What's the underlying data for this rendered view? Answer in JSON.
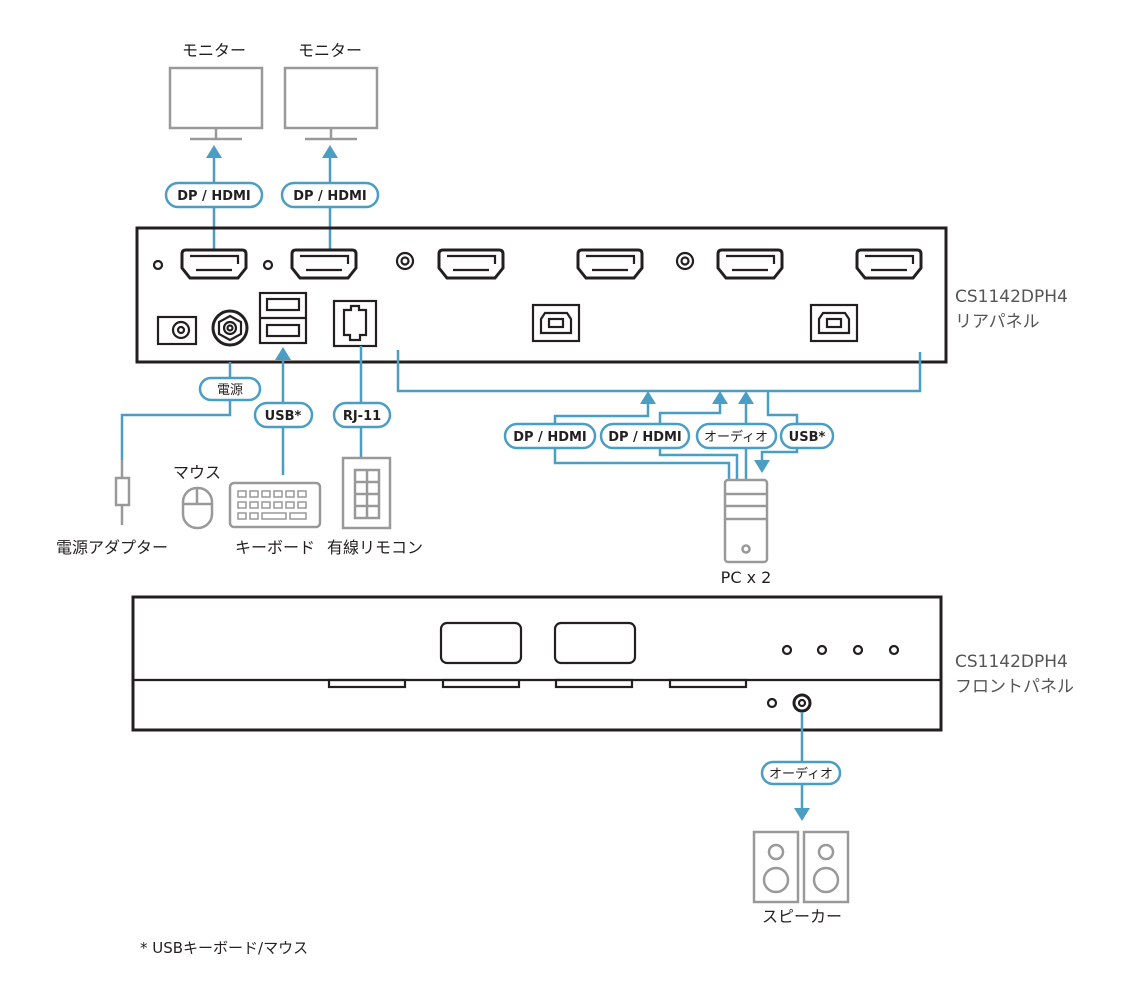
{
  "labels": {
    "monitor1": "モニター",
    "monitor2": "モニター",
    "dp_hdmi_1": "DP / HDMI",
    "dp_hdmi_2": "DP / HDMI",
    "power": "電源",
    "usb": "USB*",
    "rj11": "RJ-11",
    "pc_dp_hdmi_1": "DP / HDMI",
    "pc_dp_hdmi_2": "DP / HDMI",
    "pc_audio": "オーディオ",
    "pc_usb": "USB*",
    "mouse": "マウス",
    "power_adapter": "電源アダプター",
    "keyboard": "キーボード",
    "remote": "有線リモコン",
    "pc": "PC x 2",
    "speaker_audio": "オーディオ",
    "speaker": "スピーカー"
  },
  "rear_panel": {
    "model": "CS1142DPH4",
    "name": "リアパネル"
  },
  "front_panel": {
    "model": "CS1142DPH4",
    "name": "フロントパネル"
  },
  "footnote": "* USBキーボード/マウス",
  "colors": {
    "connection": "#4a9ec4",
    "device": "#231f20",
    "peripheral": "#999999"
  }
}
